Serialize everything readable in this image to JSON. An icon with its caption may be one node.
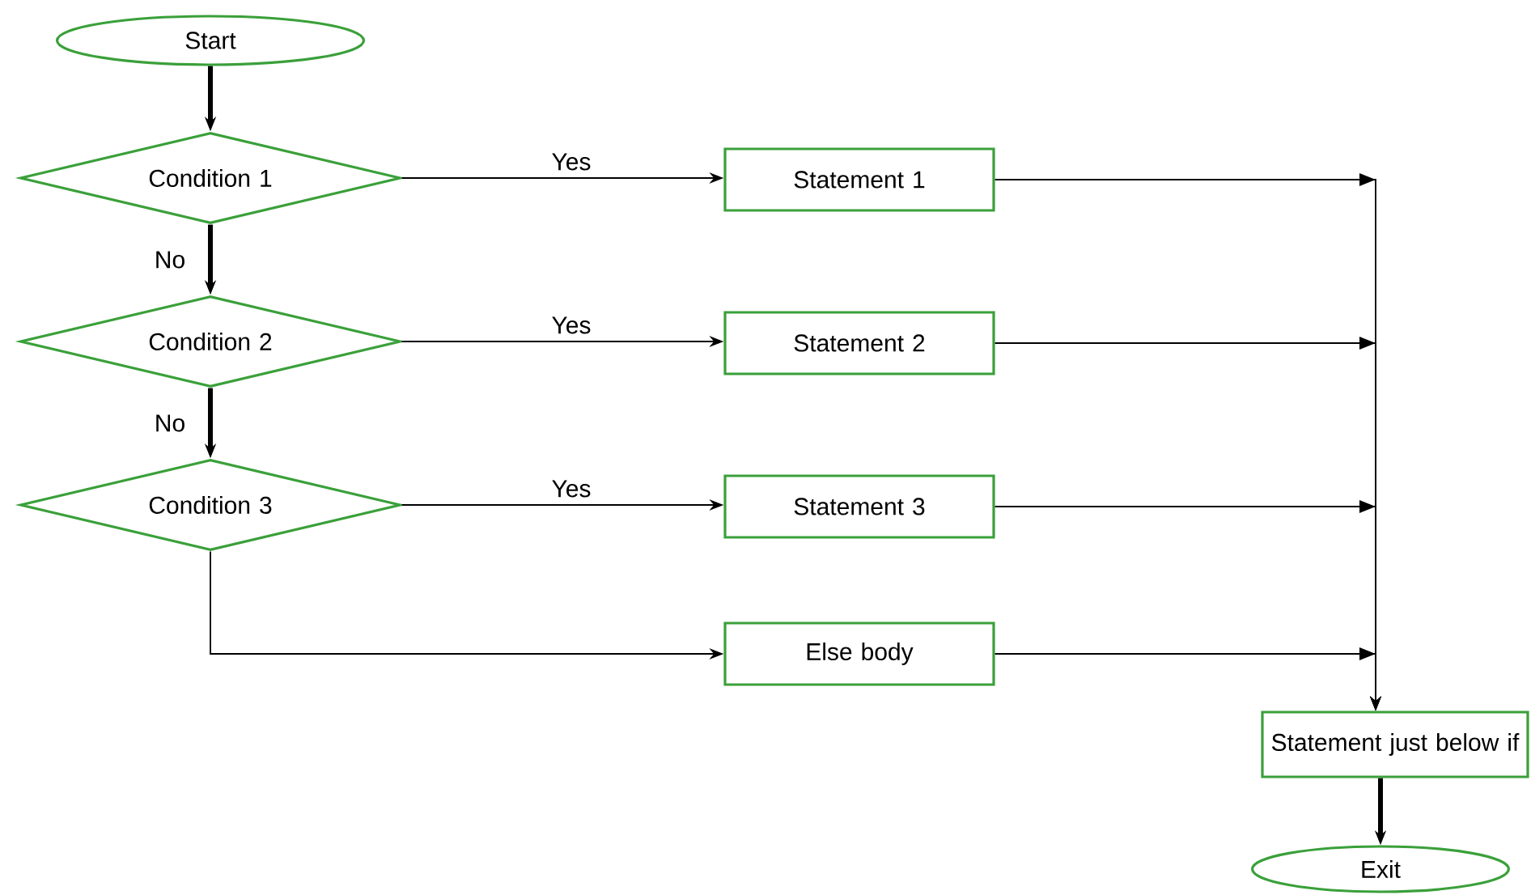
{
  "diagram": {
    "nodes": [
      {
        "text": [
          "Start"
        ]
      },
      {
        "text": [
          "Condition 1"
        ]
      },
      {
        "text": [
          "Statement 1"
        ]
      },
      {
        "text": [
          "Condition 2"
        ]
      },
      {
        "text": [
          "Statement 2"
        ]
      },
      {
        "text": [
          "Condition 3"
        ]
      },
      {
        "text": [
          "Statement 3"
        ]
      },
      {
        "text": [
          "Else body"
        ]
      },
      {
        "text": [
          "Statement just below if"
        ]
      },
      {
        "text": [
          "Exit"
        ]
      }
    ],
    "edges": [
      {
        "from": 0,
        "to": 1,
        "arrow": "to",
        "style": "thick"
      },
      {
        "from": 1,
        "to": 2,
        "arrow": "to",
        "label": "Yes"
      },
      {
        "from": 1,
        "to": 3,
        "arrow": "to",
        "label": "No",
        "style": "thick"
      },
      {
        "from": 3,
        "to": 4,
        "arrow": "to",
        "label": "Yes"
      },
      {
        "from": 3,
        "to": 5,
        "arrow": "to",
        "label": "No",
        "style": "thick"
      },
      {
        "from": 5,
        "to": 6,
        "arrow": "to",
        "label": "Yes"
      },
      {
        "from": 5,
        "to": 7,
        "arrow": "to"
      },
      {
        "from": 2,
        "to": 8,
        "arrow": "to"
      },
      {
        "from": 4,
        "to": 8,
        "arrow": "to"
      },
      {
        "from": 6,
        "to": 8,
        "arrow": "to"
      },
      {
        "from": 7,
        "to": 8,
        "arrow": "to"
      },
      {
        "from": 8,
        "to": 9,
        "arrow": "to",
        "style": "thick"
      }
    ]
  }
}
